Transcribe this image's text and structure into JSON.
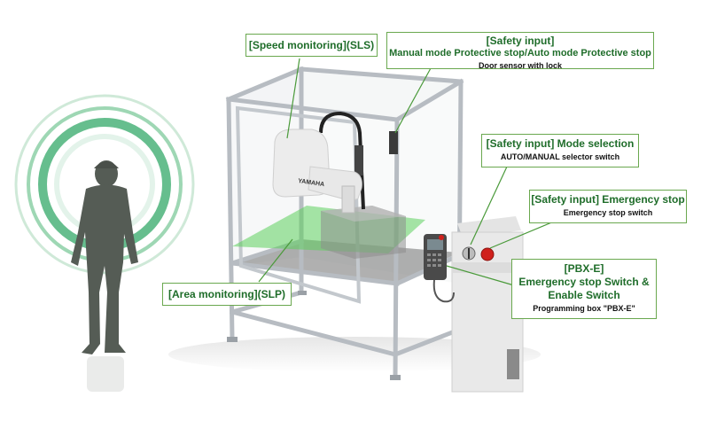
{
  "callouts": {
    "speed": {
      "title": "[Speed monitoring](SLS)"
    },
    "safety_door": {
      "title": "[Safety input]",
      "subtitle": "Manual mode Protective stop/Auto mode Protective stop",
      "detail": "Door sensor with lock"
    },
    "mode": {
      "title": "[Safety input] Mode selection",
      "detail": "AUTO/MANUAL selector switch"
    },
    "estop": {
      "title": "[Safety input] Emergency stop",
      "detail": "Emergency stop switch"
    },
    "pbx": {
      "title": "[PBX-E]",
      "subtitle1": "Emergency stop Switch &",
      "subtitle2": "Enable Switch",
      "detail": "Programming box \"PBX-E\""
    },
    "area": {
      "title": "[Area monitoring](SLP)"
    }
  },
  "robot_brand": "YAMAHA",
  "colors": {
    "accent_green": "#1f6d2a",
    "callout_border": "#6aa84f",
    "area_zone": "#5ccf5c",
    "frame": "#b7bcc2",
    "human": "#555c55",
    "estop_red": "#d0201c"
  }
}
